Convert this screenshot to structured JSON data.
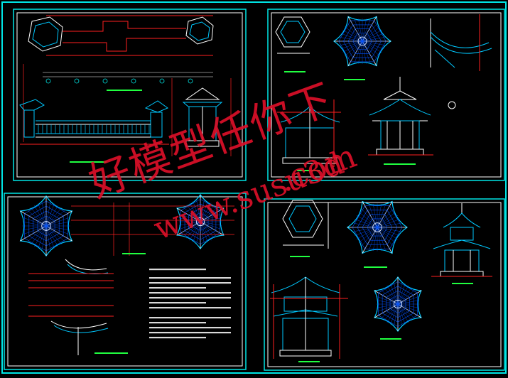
{
  "colors": {
    "frame": "#00e5e5",
    "line": "#00c8ff",
    "blue": "#0050ff",
    "red": "#ff2020",
    "green": "#20ff40",
    "white": "#ffffff",
    "yellow": "#ffff40",
    "magenta": "#ff40ff",
    "watermark": "#e0102a"
  },
  "watermark": {
    "site_cn": "好模型任你下",
    "url_a": "www.susu3d",
    "url_b": ".com"
  }
}
